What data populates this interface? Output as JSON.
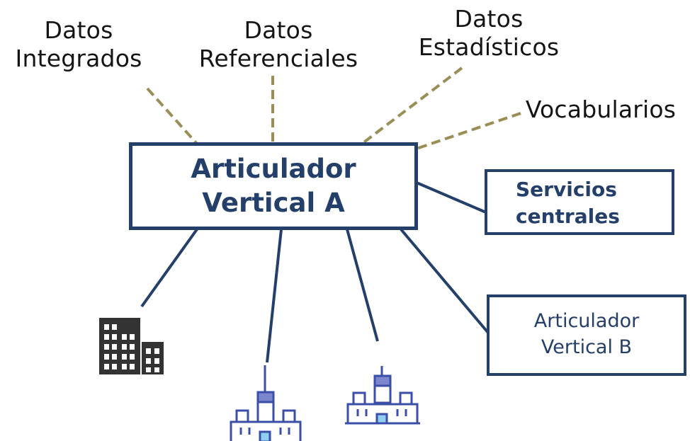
{
  "sources": [
    {
      "id": "integrados",
      "line1": "Datos",
      "line2": "Integrados"
    },
    {
      "id": "referenciales",
      "line1": "Datos",
      "line2": "Referenciales"
    },
    {
      "id": "estadisticos",
      "line1": "Datos",
      "line2": "Estadísticos"
    },
    {
      "id": "vocabularios",
      "line1": "Vocabularios"
    }
  ],
  "main_box": {
    "line1": "Articulador",
    "line2": "Vertical A"
  },
  "servicios_box": {
    "line1": "Servicios",
    "line2": "centrales"
  },
  "articulador_b_box": {
    "line1": "Articulador",
    "line2": "Vertical B"
  },
  "icons": [
    "office-building-icon",
    "government-building-icon",
    "government-building-icon"
  ],
  "colors": {
    "box_border": "#24406a",
    "box_text": "#24406a",
    "dashed_connector": "#9a8d55",
    "solid_connector": "#24406a",
    "office_building": "#333333",
    "government_building_outline": "#3b4fa8",
    "government_building_accent": "#7b86cc",
    "government_building_door": "#8fd0f2"
  }
}
